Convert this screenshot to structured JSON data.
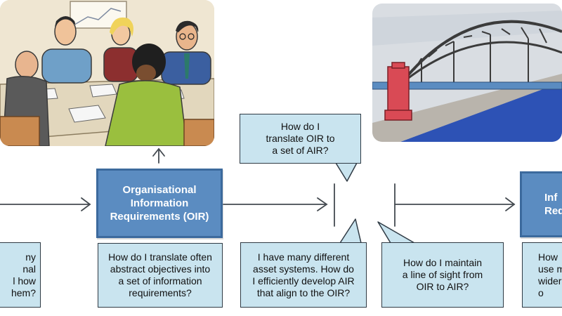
{
  "diagram": {
    "boxes": [
      {
        "id": "oir",
        "label": "Organisational\nInformation\nRequirements (OIR)"
      },
      {
        "id": "right",
        "label": "Inf\nRequir"
      }
    ],
    "questions": [
      {
        "id": "q-left",
        "text": "ny\nnal\nl how\nhem?"
      },
      {
        "id": "q-oir",
        "text": "How do I translate often\nabstract objectives into\na set of information\nrequirements?"
      },
      {
        "id": "q-callout-top",
        "text": "How do I\ntranslate OIR to\na set of AIR?"
      },
      {
        "id": "q-asset",
        "text": "I have many different\nasset systems. How do\nI efficiently develop AIR\nthat align to the OIR?"
      },
      {
        "id": "q-line-of-sight",
        "text": "How do I maintain\na line of sight from\nOIR to AIR?"
      },
      {
        "id": "q-right",
        "text": "How\nuse my\nwider\no"
      }
    ]
  },
  "colors": {
    "box_fill": "#5b8cc1",
    "box_border": "#3c6a9d",
    "question_fill": "#c9e4ef",
    "line": "#444a50"
  }
}
